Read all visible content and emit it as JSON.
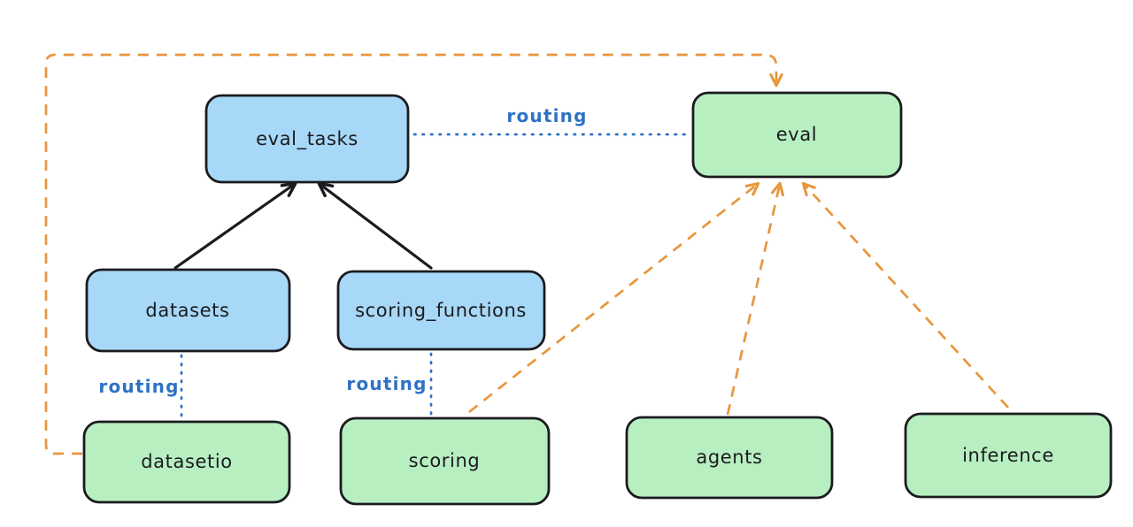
{
  "colors": {
    "background": "#ffffff",
    "ink": "#1b1b1f",
    "blue_fill": "#a7d8f8",
    "green_fill": "#b7efc1",
    "orange": "#e8963c",
    "blue_accent": "#2e72c4"
  },
  "nodes": {
    "eval_tasks": {
      "label": "eval_tasks",
      "kind": "resource"
    },
    "eval": {
      "label": "eval",
      "kind": "api"
    },
    "datasets": {
      "label": "datasets",
      "kind": "resource"
    },
    "scoring_functions": {
      "label": "scoring_functions",
      "kind": "resource"
    },
    "datasetio": {
      "label": "datasetio",
      "kind": "api"
    },
    "scoring": {
      "label": "scoring",
      "kind": "api"
    },
    "agents": {
      "label": "agents",
      "kind": "api"
    },
    "inference": {
      "label": "inference",
      "kind": "api"
    }
  },
  "edge_labels": {
    "routing_eval_tasks_eval": "routing",
    "routing_datasets_datasetio": "routing",
    "routing_scoring_functions_scoring": "routing"
  },
  "edges": [
    {
      "from": "datasets",
      "to": "eval_tasks",
      "style": "solid-arrow"
    },
    {
      "from": "scoring_functions",
      "to": "eval_tasks",
      "style": "solid-arrow"
    },
    {
      "from": "eval_tasks",
      "to": "eval",
      "style": "dotted",
      "label": "routing"
    },
    {
      "from": "datasets",
      "to": "datasetio",
      "style": "dotted",
      "label": "routing"
    },
    {
      "from": "scoring_functions",
      "to": "scoring",
      "style": "dotted",
      "label": "routing"
    },
    {
      "from": "datasetio",
      "to": "eval",
      "style": "dashed-arrow"
    },
    {
      "from": "scoring",
      "to": "eval",
      "style": "dashed-arrow"
    },
    {
      "from": "agents",
      "to": "eval",
      "style": "dashed-arrow"
    },
    {
      "from": "inference",
      "to": "eval",
      "style": "dashed-arrow"
    }
  ]
}
